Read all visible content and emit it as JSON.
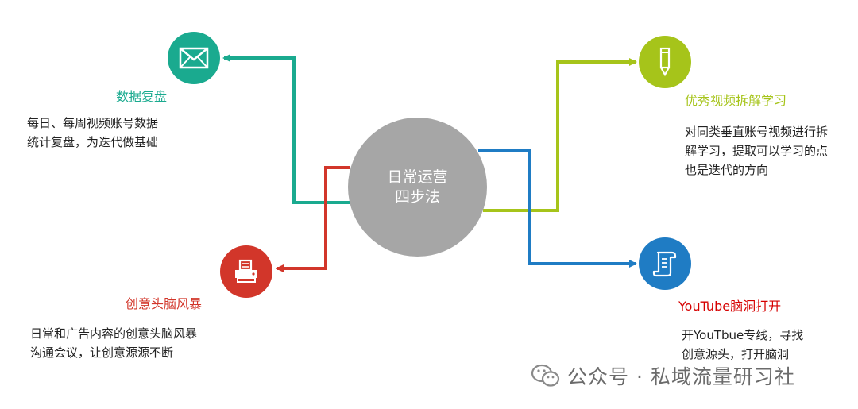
{
  "center": {
    "line1": "日常运营",
    "line2": "四步法"
  },
  "nodes": {
    "data_review": {
      "title": "数据复盘",
      "desc1": "每日、每周视频账号数据",
      "desc2": "统计复盘，为迭代做基础",
      "color": "#1aaa8f",
      "icon": "envelope-icon"
    },
    "brainstorm": {
      "title": "创意头脑风暴",
      "desc1": "日常和广告内容的创意头脑风暴",
      "desc2": "沟通会议，让创意源源不断",
      "color": "#d2362a",
      "icon": "printer-icon"
    },
    "video_study": {
      "title": "优秀视频拆解学习",
      "desc1": "对同类垂直账号视频进行拆",
      "desc2": "解学习，提取可以学习的点",
      "desc3": "也是迭代的方向",
      "color": "#a6c41a",
      "icon": "pencil-icon"
    },
    "youtube": {
      "title": "YouTube脑洞打开",
      "desc1": "开YouTbue专线，寻找",
      "desc2": "创意源头，打开脑洞",
      "color": "#1f7cc4",
      "icon": "scroll-icon"
    }
  },
  "watermark": {
    "text": "公众号 · 私域流量研习社",
    "icon": "wechat-icon"
  }
}
